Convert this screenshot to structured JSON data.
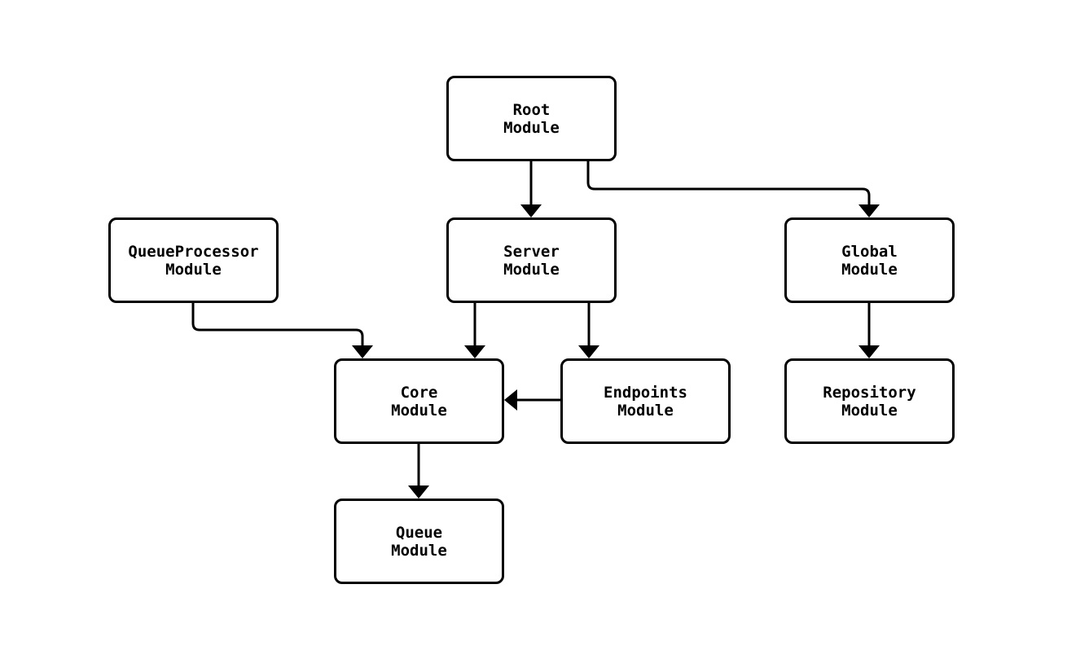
{
  "diagram": {
    "type": "module-dependency-graph",
    "background_color": "#ffffff",
    "line_color": "#000000",
    "text_color": "#000000",
    "node_fill_color": "#ffffff",
    "nodes": {
      "root": {
        "label": "Root\nModule"
      },
      "queue_processor": {
        "label": "QueueProcessor\nModule"
      },
      "server": {
        "label": "Server\nModule"
      },
      "global": {
        "label": "Global\nModule"
      },
      "core": {
        "label": "Core\nModule"
      },
      "endpoints": {
        "label": "Endpoints\nModule"
      },
      "repository": {
        "label": "Repository\nModule"
      },
      "queue": {
        "label": "Queue\nModule"
      }
    },
    "edges": [
      {
        "from": "Root Module",
        "to": "Server Module"
      },
      {
        "from": "Root Module",
        "to": "Global Module"
      },
      {
        "from": "QueueProcessor Module",
        "to": "Core Module"
      },
      {
        "from": "Server Module",
        "to": "Core Module"
      },
      {
        "from": "Server Module",
        "to": "Endpoints Module"
      },
      {
        "from": "Endpoints Module",
        "to": "Core Module"
      },
      {
        "from": "Global Module",
        "to": "Repository Module"
      },
      {
        "from": "Core Module",
        "to": "Queue Module"
      }
    ]
  }
}
